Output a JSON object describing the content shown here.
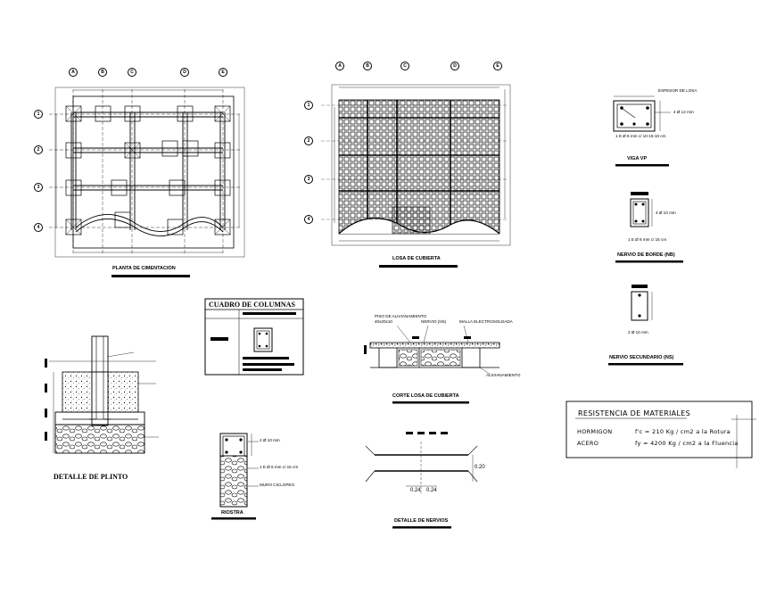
{
  "titles": {
    "planta": "PLANTA DE CIMENTACION",
    "losa": "LOSA DE CUBIERTA",
    "viga": "VIGA   VP",
    "nervio_borde": "NERVIO DE BORDE (NB)",
    "nervio_secundario": "NERVIO SECUNDARIO (NS)",
    "cuadro": "CUADRO DE COLUMNAS",
    "corte": "CORTE LOSA DE CUBIERTA",
    "plinto": "DETALLE DE PLINTO",
    "riostra": "RIOSTRA",
    "nervios": "DETALLE DE NERVIOS"
  },
  "viga_notes": {
    "top": "ESPESOR DE LOSA",
    "bars": "4 Ø 12 mm",
    "stirrups": "1 E Ø 8 mm c/ 10-15-10 cm"
  },
  "nb_notes": {
    "bars": "4 Ø 10 mm",
    "stirrups": "1 E Ø 8 mm c/ 15 cm"
  },
  "ns_notes": {
    "bars": "2 Ø 10 mm"
  },
  "riostra_notes": {
    "bars": "4 Ø 10 mm",
    "stirrups": "1 E Ø 8 mm c/ 15 cm",
    "muro": "MURO CICLOPEO"
  },
  "corte_notes": {
    "n1": "PISO DE ALIVIANAMIENTO",
    "n2": "40x20x10",
    "n3": "NERVIO (NS)",
    "n4": "MALLA ELECTROSOLDADA",
    "n5": "ALIVIANAMIENTO"
  },
  "nervios_notes": {
    "dim1": "0.24",
    "dim2": "0.24",
    "dim3": "0.20"
  },
  "materiales": {
    "title": "RESISTENCIA  DE  MATERIALES",
    "r1_label": "HORMIGON",
    "r1_value": "f'c =   210 Kg / cm2 a la Rotura",
    "r2_label": "ACERO",
    "r2_value": "fy =   4200 Kg / cm2 a la Fluencia"
  },
  "grid_letters": [
    "A",
    "B",
    "C",
    "D",
    "E"
  ],
  "grid_numbers": [
    "1",
    "2",
    "3",
    "4"
  ]
}
